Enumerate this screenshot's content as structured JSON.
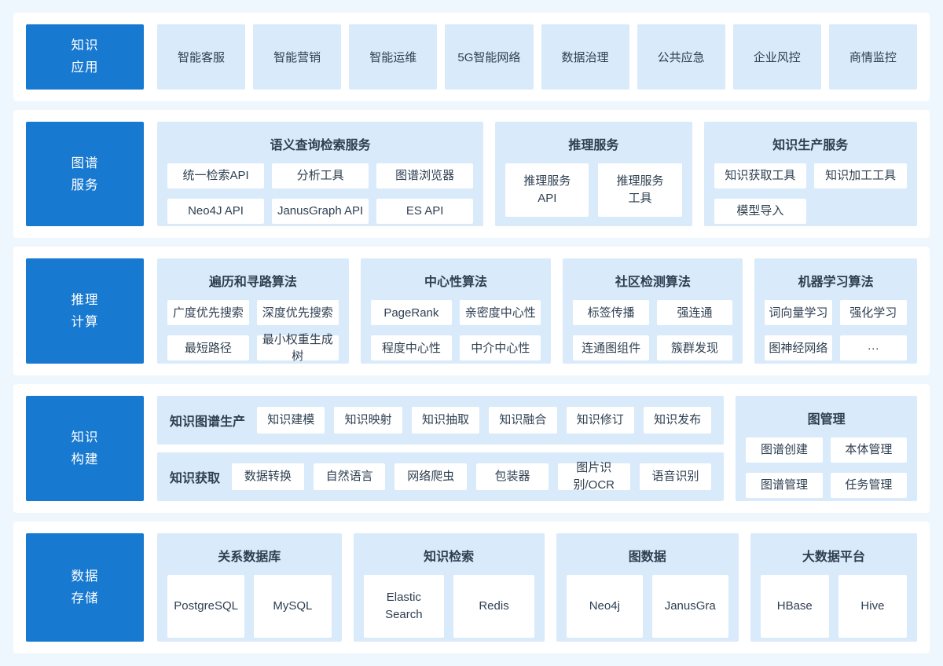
{
  "colors": {
    "page_background": "#eef6fe",
    "card_background": "#ffffff",
    "accent_blue": "#1779d0",
    "panel_light_blue": "#d9eafb",
    "text_dark": "#2e3f51",
    "accent_text": "#ffffff"
  },
  "rows": [
    {
      "label": {
        "line1": "知识",
        "line2": "应用"
      },
      "items": [
        "智能客服",
        "智能营销",
        "智能运维",
        "5G智能网络",
        "数据治理",
        "公共应急",
        "企业风控",
        "商情监控"
      ]
    },
    {
      "label": {
        "line1": "图谱",
        "line2": "服务"
      },
      "groups": [
        {
          "title": "语义查询检索服务",
          "items": [
            "统一检索API",
            "分析工具",
            "图谱浏览器",
            "Neo4J API",
            "JanusGraph API",
            "ES API"
          ]
        },
        {
          "title": "推理服务",
          "items": [
            "推理服务\nAPI",
            "推理服务\n工具"
          ]
        },
        {
          "title": "知识生产服务",
          "items": [
            "知识获取工具",
            "知识加工工具",
            "模型导入"
          ]
        }
      ]
    },
    {
      "label": {
        "line1": "推理",
        "line2": "计算"
      },
      "groups": [
        {
          "title": "遍历和寻路算法",
          "items": [
            "广度优先搜索",
            "深度优先搜索",
            "最短路径",
            "最小权重生成树"
          ]
        },
        {
          "title": "中心性算法",
          "items": [
            "PageRank",
            "亲密度中心性",
            "程度中心性",
            "中介中心性"
          ]
        },
        {
          "title": "社区检测算法",
          "items": [
            "标签传播",
            "强连通",
            "连通图组件",
            "簇群发现"
          ]
        },
        {
          "title": "机器学习算法",
          "items": [
            "词向量学习",
            "强化学习",
            "图神经网络",
            "···"
          ]
        }
      ]
    },
    {
      "label": {
        "line1": "知识",
        "line2": "构建"
      },
      "bands": [
        {
          "label": "知识图谱生产",
          "items": [
            "知识建模",
            "知识映射",
            "知识抽取",
            "知识融合",
            "知识修订",
            "知识发布"
          ]
        },
        {
          "label": "知识获取",
          "items": [
            "数据转换",
            "自然语言",
            "网络爬虫",
            "包装器",
            "图片识别/OCR",
            "语音识别"
          ]
        }
      ],
      "side": {
        "title": "图管理",
        "items": [
          "图谱创建",
          "本体管理",
          "图谱管理",
          "任务管理"
        ]
      }
    },
    {
      "label": {
        "line1": "数据",
        "line2": "存储"
      },
      "groups": [
        {
          "title": "关系数据库",
          "items": [
            "PostgreSQL",
            "MySQL"
          ]
        },
        {
          "title": "知识检索",
          "items": [
            "Elastic\nSearch",
            "Redis"
          ]
        },
        {
          "title": "图数据",
          "items": [
            "Neo4j",
            "JanusGra"
          ]
        },
        {
          "title": "大数据平台",
          "items": [
            "HBase",
            "Hive"
          ]
        }
      ]
    }
  ]
}
